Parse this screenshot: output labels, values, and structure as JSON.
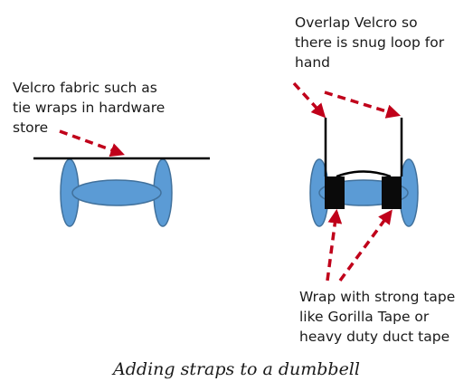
{
  "labels": {
    "velcro_fabric": [
      "Velcro fabric such as",
      "tie wraps in hardware",
      "store"
    ],
    "overlap_velcro": [
      "Overlap Velcro so",
      "there is snug loop for",
      "hand"
    ],
    "wrap_tape": [
      "Wrap with strong tape",
      "like Gorilla Tape or",
      "heavy duty duct tape"
    ]
  },
  "caption": "Adding straps to a dumbbell",
  "colors": {
    "weight_blue": "#5B9BD5",
    "weight_outline": "#41719C",
    "arrow_red": "#C0001A",
    "strap_black": "#000000",
    "tape_black": "#0a0a0a"
  }
}
